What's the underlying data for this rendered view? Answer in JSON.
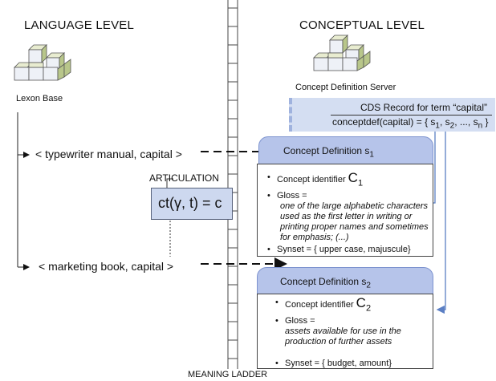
{
  "language_level": "LANGUAGE LEVEL",
  "conceptual_level": "CONCEPTUAL LEVEL",
  "lexon_base": "Lexon Base",
  "cds_server": "Concept Definition Server",
  "meaning_ladder": "MEANING LADDER",
  "articulation_label": "ARTICULATION",
  "articulation_formula": "ct(γ, t) = c",
  "cds_record": {
    "title": "CDS Record for term “capital”",
    "formula": "conceptdef(capital) = { s",
    "s1": "1",
    "s2": "2",
    "sn": "n",
    "comma": ", ",
    "dots": ", ..., ",
    "close": " }"
  },
  "tuples": [
    "< typewriter manual,  capital  >",
    "< marketing book,  capital  >"
  ],
  "def1": {
    "tab": "Concept Definition s",
    "tab_sub": "1",
    "id_label": "Concept identifier",
    "id_value": "C",
    "id_sub": "1",
    "gloss_label": "Gloss =",
    "gloss_text": "one of the large alphabetic characters used as the first letter in writing or printing proper names and sometimes for emphasis; (...)",
    "synset": "Synset = { upper case, majuscule}"
  },
  "def2": {
    "tab": "Concept Definition s",
    "tab_sub": "2",
    "id_label": "Concept identifier",
    "id_value": "C",
    "id_sub": "2",
    "gloss_label": "Gloss =",
    "gloss_text": "assets available for use in the production of further assets",
    "synset": "Synset = { budget, amount}"
  }
}
